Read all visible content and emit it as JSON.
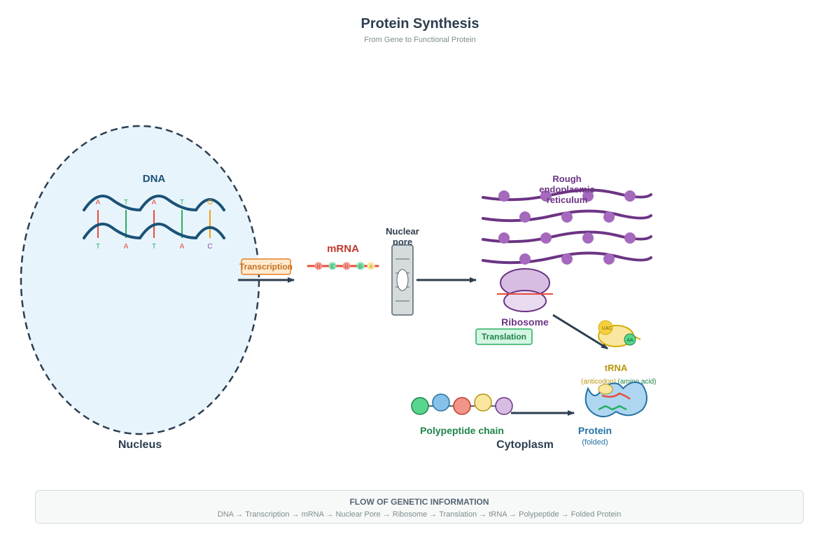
{
  "title": "Protein Synthesis",
  "subtitle": "From Gene to Functional Protein",
  "nucleus": {
    "label": "Nucleus",
    "dna_label": "DNA",
    "top_bases": [
      "A",
      "T",
      "A",
      "T",
      "G"
    ],
    "bottom_bases": [
      "T",
      "A",
      "T",
      "A",
      "C"
    ]
  },
  "transcription": {
    "label": "Transcription"
  },
  "mrna": {
    "label": "mRNA",
    "bases": [
      "U",
      "C",
      "U",
      "G",
      "A"
    ]
  },
  "nuclear_pore": {
    "label_line1": "Nuclear",
    "label_line2": "pore"
  },
  "rough_er": {
    "line1": "Rough",
    "line2": "endoplasmic",
    "line3": "reticulum"
  },
  "ribosome": {
    "label": "Ribosome"
  },
  "translation": {
    "label": "Translation"
  },
  "trna": {
    "label": "tRNA",
    "anticodon_text": "UAC",
    "amino_acid_text": "AA",
    "caption_anticodon": "(anticodon)",
    "caption_amino_acid": "(amino acid)"
  },
  "polypeptide": {
    "label": "Polypeptide chain"
  },
  "protein": {
    "label": "Protein",
    "caption": "(folded)"
  },
  "cytoplasm": {
    "label": "Cytoplasm"
  },
  "footer": {
    "title": "FLOW OF GENETIC INFORMATION",
    "flow": "DNA → Transcription → mRNA → Nuclear Pore → Ribosome → Translation → tRNA → Polypeptide → Folded Protein"
  },
  "colors": {
    "dark": "#2c3e50",
    "nucleus_fill": "#e8f4fc",
    "dna_strand": "#1a5276",
    "base_A": "#e74c3c",
    "base_T": "#27ae60",
    "base_G": "#f39c12",
    "base_C": "#8e44ad",
    "mrna": "#c0392b",
    "er": "#6c3483",
    "ribosome_fill": "#d7bde2",
    "trna": "#b7950b",
    "translation": "#1e8449",
    "protein": "#2471a3"
  }
}
